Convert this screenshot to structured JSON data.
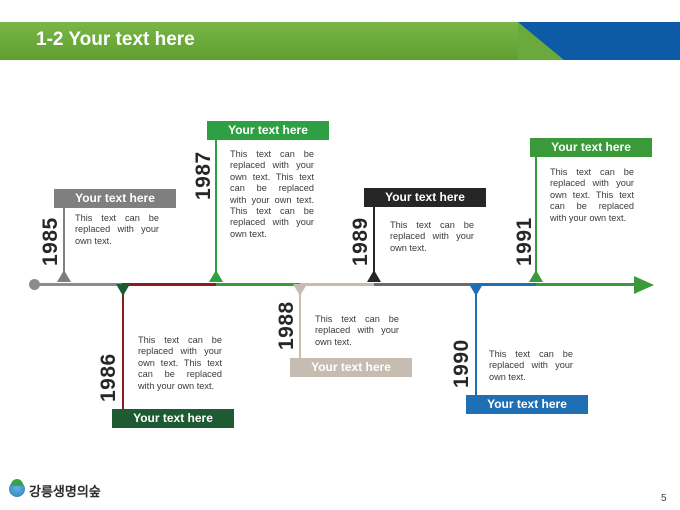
{
  "header": {
    "title": "1-2 Your text here"
  },
  "timeline": {
    "events": [
      {
        "year": "1985",
        "label": "Your text here",
        "text": "This text can be replaced with your own text.",
        "color": "#7f7f7f"
      },
      {
        "year": "1986",
        "label": "Your text here",
        "text": "This text can be replaced with your own text. This text can be replaced with your own text.",
        "color": "#1e5b33"
      },
      {
        "year": "1987",
        "label": "Your text here",
        "text": "This text can be replaced with your own text. This text can be replaced with your own text. This text can be replaced with your own text.",
        "color": "#2ea043"
      },
      {
        "year": "1988",
        "label": "Your text here",
        "text": "This text can be replaced with your own text.",
        "color": "#c7bcb2"
      },
      {
        "year": "1989",
        "label": "Your text here",
        "text": "This text can be replaced with your own text.",
        "color": "#262626"
      },
      {
        "year": "1990",
        "label": "Your text here",
        "text": "This text can be replaced with your own text.",
        "color": "#1f6fb5"
      },
      {
        "year": "1991",
        "label": "Your text here",
        "text": "This text can be replaced with your own text. This text can be replaced with your own text.",
        "color": "#3a9a3a"
      }
    ]
  },
  "footer": {
    "logo_text": "강릉생명의숲",
    "page_number": "5"
  }
}
